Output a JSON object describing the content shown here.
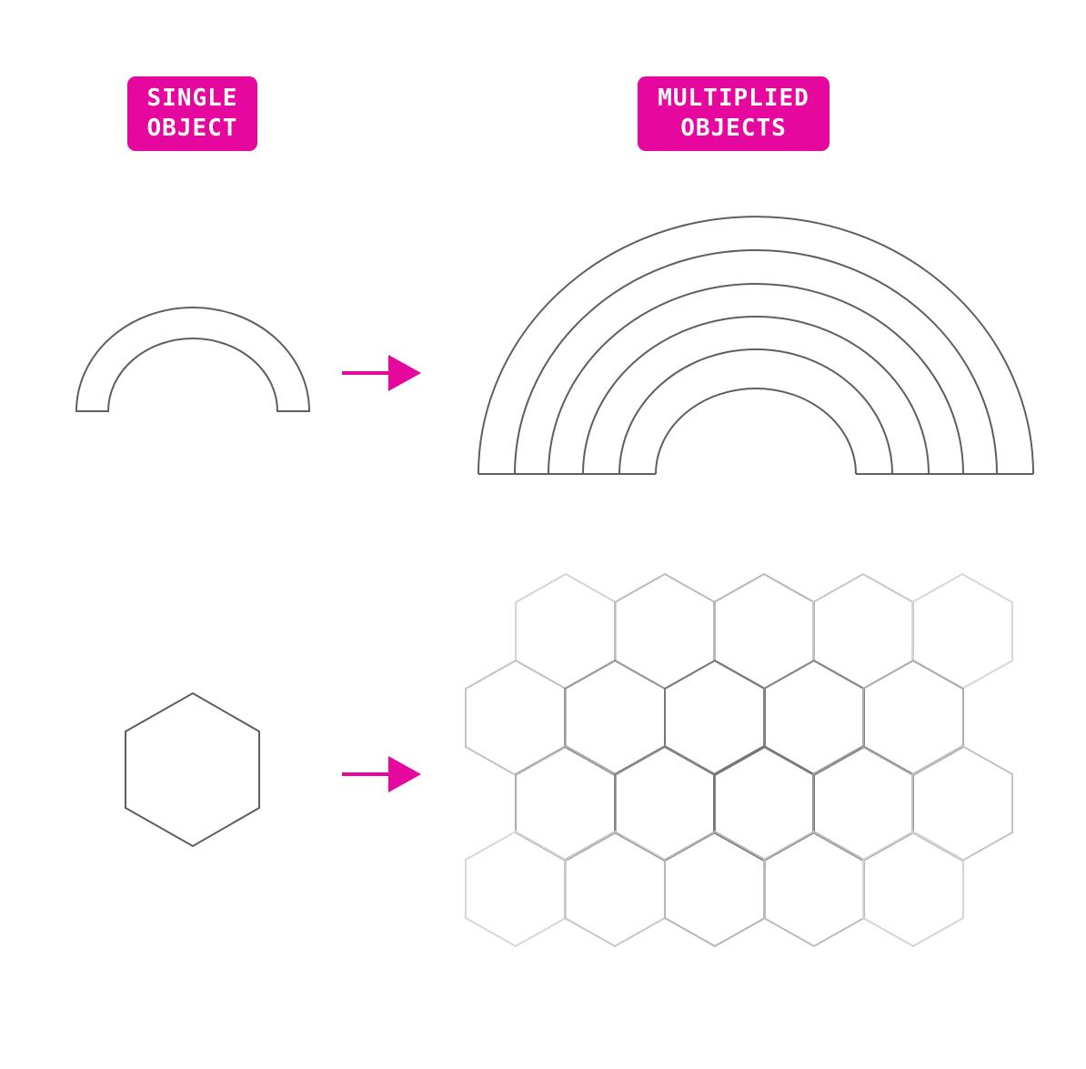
{
  "labels": {
    "single_line1": "SINGLE",
    "single_line2": "OBJECT",
    "multi_line1": "MULTIPLIED",
    "multi_line2": "OBJECTS"
  },
  "colors": {
    "accent": "#e6079e",
    "stroke": "#5f5f5f",
    "background": "#ffffff"
  },
  "rows": [
    {
      "single": "arc",
      "multiplied": "nested-arcs",
      "arc_count": 6
    },
    {
      "single": "hexagon",
      "multiplied": "hexagon-grid",
      "hex_count": 20
    }
  ],
  "icons": [
    "right-arrow-icon",
    "right-arrow-icon"
  ]
}
